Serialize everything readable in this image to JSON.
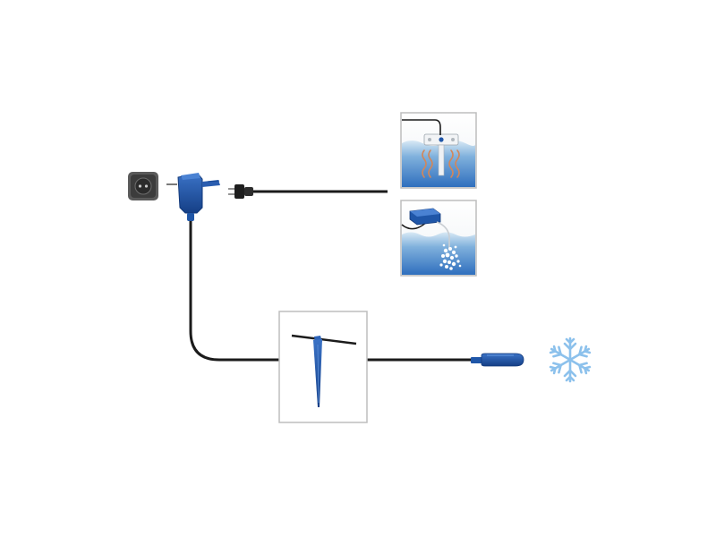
{
  "diagram": {
    "components": [
      {
        "id": "wall-socket",
        "icon": "power-socket-icon"
      },
      {
        "id": "power-adapter",
        "icon": "plug-in-transformer-icon"
      },
      {
        "id": "cable-plug",
        "icon": "two-pin-plug-icon"
      },
      {
        "id": "heater-in-pond",
        "icon": "pond-heater-icon"
      },
      {
        "id": "air-pump-in-pond",
        "icon": "aeration-pump-icon"
      },
      {
        "id": "cable-stake",
        "icon": "ground-stake-icon"
      },
      {
        "id": "frost-sensor",
        "icon": "sensor-probe-icon"
      },
      {
        "id": "frost-indicator",
        "icon": "snowflake-icon"
      }
    ],
    "colors": {
      "device_blue": "#1f56a8",
      "device_blue_dark": "#163f80",
      "cable": "#1b1b1b",
      "water_top": "#cfe3f2",
      "water_bottom": "#2f6fbe",
      "heat_waves": "#d2875a",
      "snowflake": "#8cc1ec",
      "frame_border": "#bdbdbd",
      "socket_body": "#4a4a4a"
    }
  }
}
